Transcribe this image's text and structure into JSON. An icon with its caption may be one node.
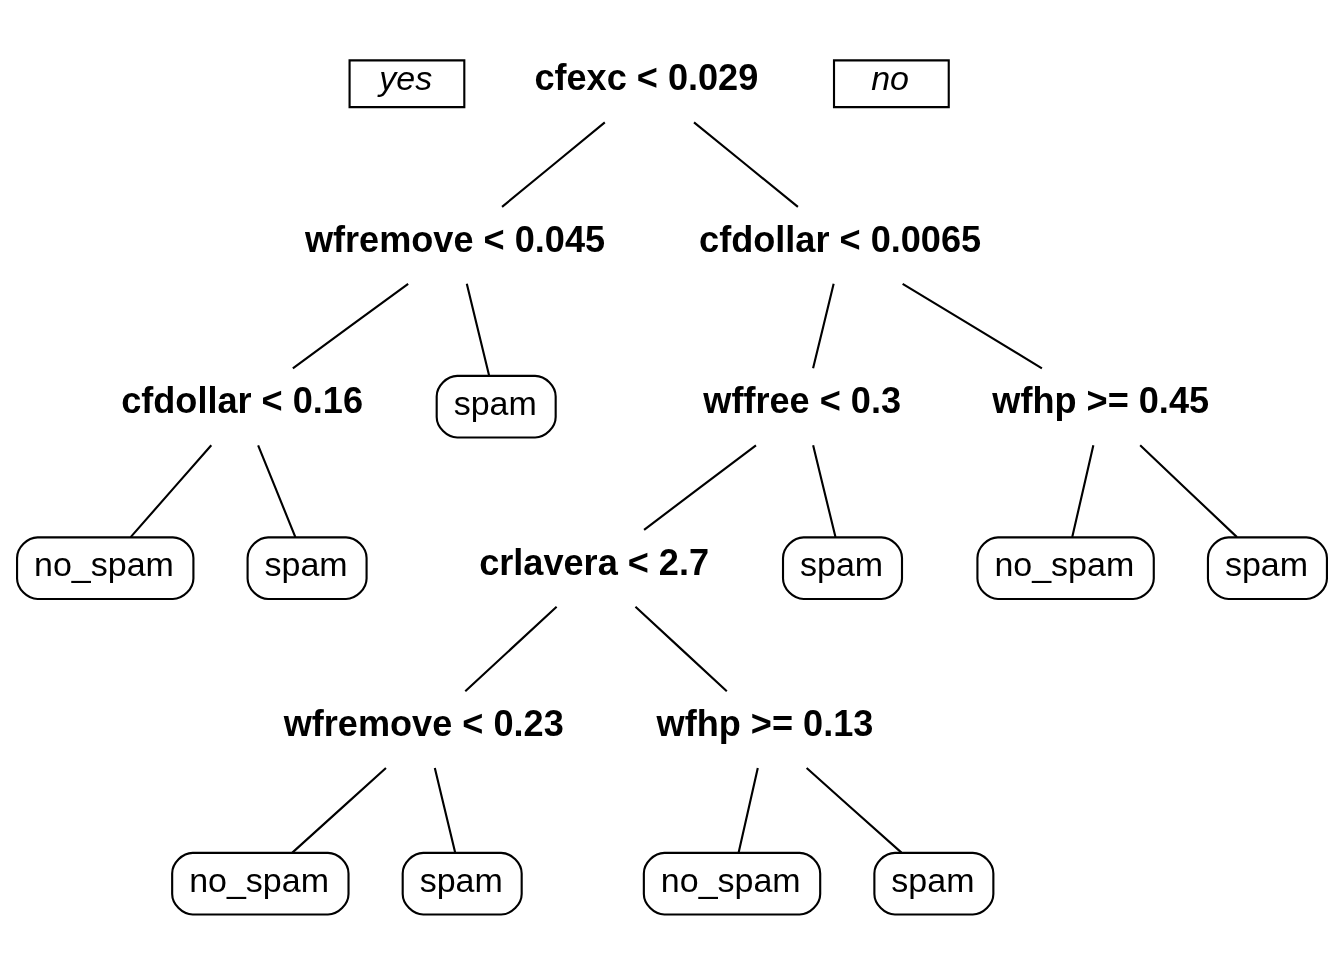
{
  "diagram": {
    "nodes": [
      {
        "text": [
          "yes"
        ]
      },
      {
        "text": [
          "cfexc < 0.029"
        ]
      },
      {
        "text": [
          "no"
        ]
      },
      {
        "text": [
          "wfremove < 0.045"
        ]
      },
      {
        "text": [
          "cfdollar < 0.0065"
        ]
      },
      {
        "text": [
          "cfdollar < 0.16"
        ]
      },
      {
        "text": [
          "spam"
        ]
      },
      {
        "text": [
          "wffree < 0.3"
        ]
      },
      {
        "text": [
          "wfhp >= 0.45"
        ]
      },
      {
        "text": [
          "no_spam"
        ]
      },
      {
        "text": [
          "spam"
        ]
      },
      {
        "text": [
          "crlavera < 2.7"
        ]
      },
      {
        "text": [
          "spam"
        ]
      },
      {
        "text": [
          "no_spam"
        ]
      },
      {
        "text": [
          "spam"
        ]
      },
      {
        "text": [
          "wfremove < 0.23"
        ]
      },
      {
        "text": [
          "wfhp >= 0.13"
        ]
      },
      {
        "text": [
          "no_spam"
        ]
      },
      {
        "text": [
          "spam"
        ]
      },
      {
        "text": [
          "no_spam"
        ]
      },
      {
        "text": [
          "spam"
        ]
      }
    ],
    "edges": [
      {
        "from": 1,
        "to": 3,
        "arrow": "none"
      },
      {
        "from": 1,
        "to": 4,
        "arrow": "none"
      },
      {
        "from": 3,
        "to": 5,
        "arrow": "none"
      },
      {
        "from": 3,
        "to": 6,
        "arrow": "none"
      },
      {
        "from": 4,
        "to": 7,
        "arrow": "none"
      },
      {
        "from": 4,
        "to": 8,
        "arrow": "none"
      },
      {
        "from": 5,
        "to": 9,
        "arrow": "none"
      },
      {
        "from": 5,
        "to": 10,
        "arrow": "none"
      },
      {
        "from": 7,
        "to": 11,
        "arrow": "none"
      },
      {
        "from": 7,
        "to": 12,
        "arrow": "none"
      },
      {
        "from": 8,
        "to": 13,
        "arrow": "none"
      },
      {
        "from": 8,
        "to": 14,
        "arrow": "none"
      },
      {
        "from": 11,
        "to": 15,
        "arrow": "none"
      },
      {
        "from": 11,
        "to": 16,
        "arrow": "none"
      },
      {
        "from": 15,
        "to": 17,
        "arrow": "none"
      },
      {
        "from": 15,
        "to": 18,
        "arrow": "none"
      },
      {
        "from": 16,
        "to": 19,
        "arrow": "none"
      },
      {
        "from": 16,
        "to": 20,
        "arrow": "none"
      }
    ]
  }
}
